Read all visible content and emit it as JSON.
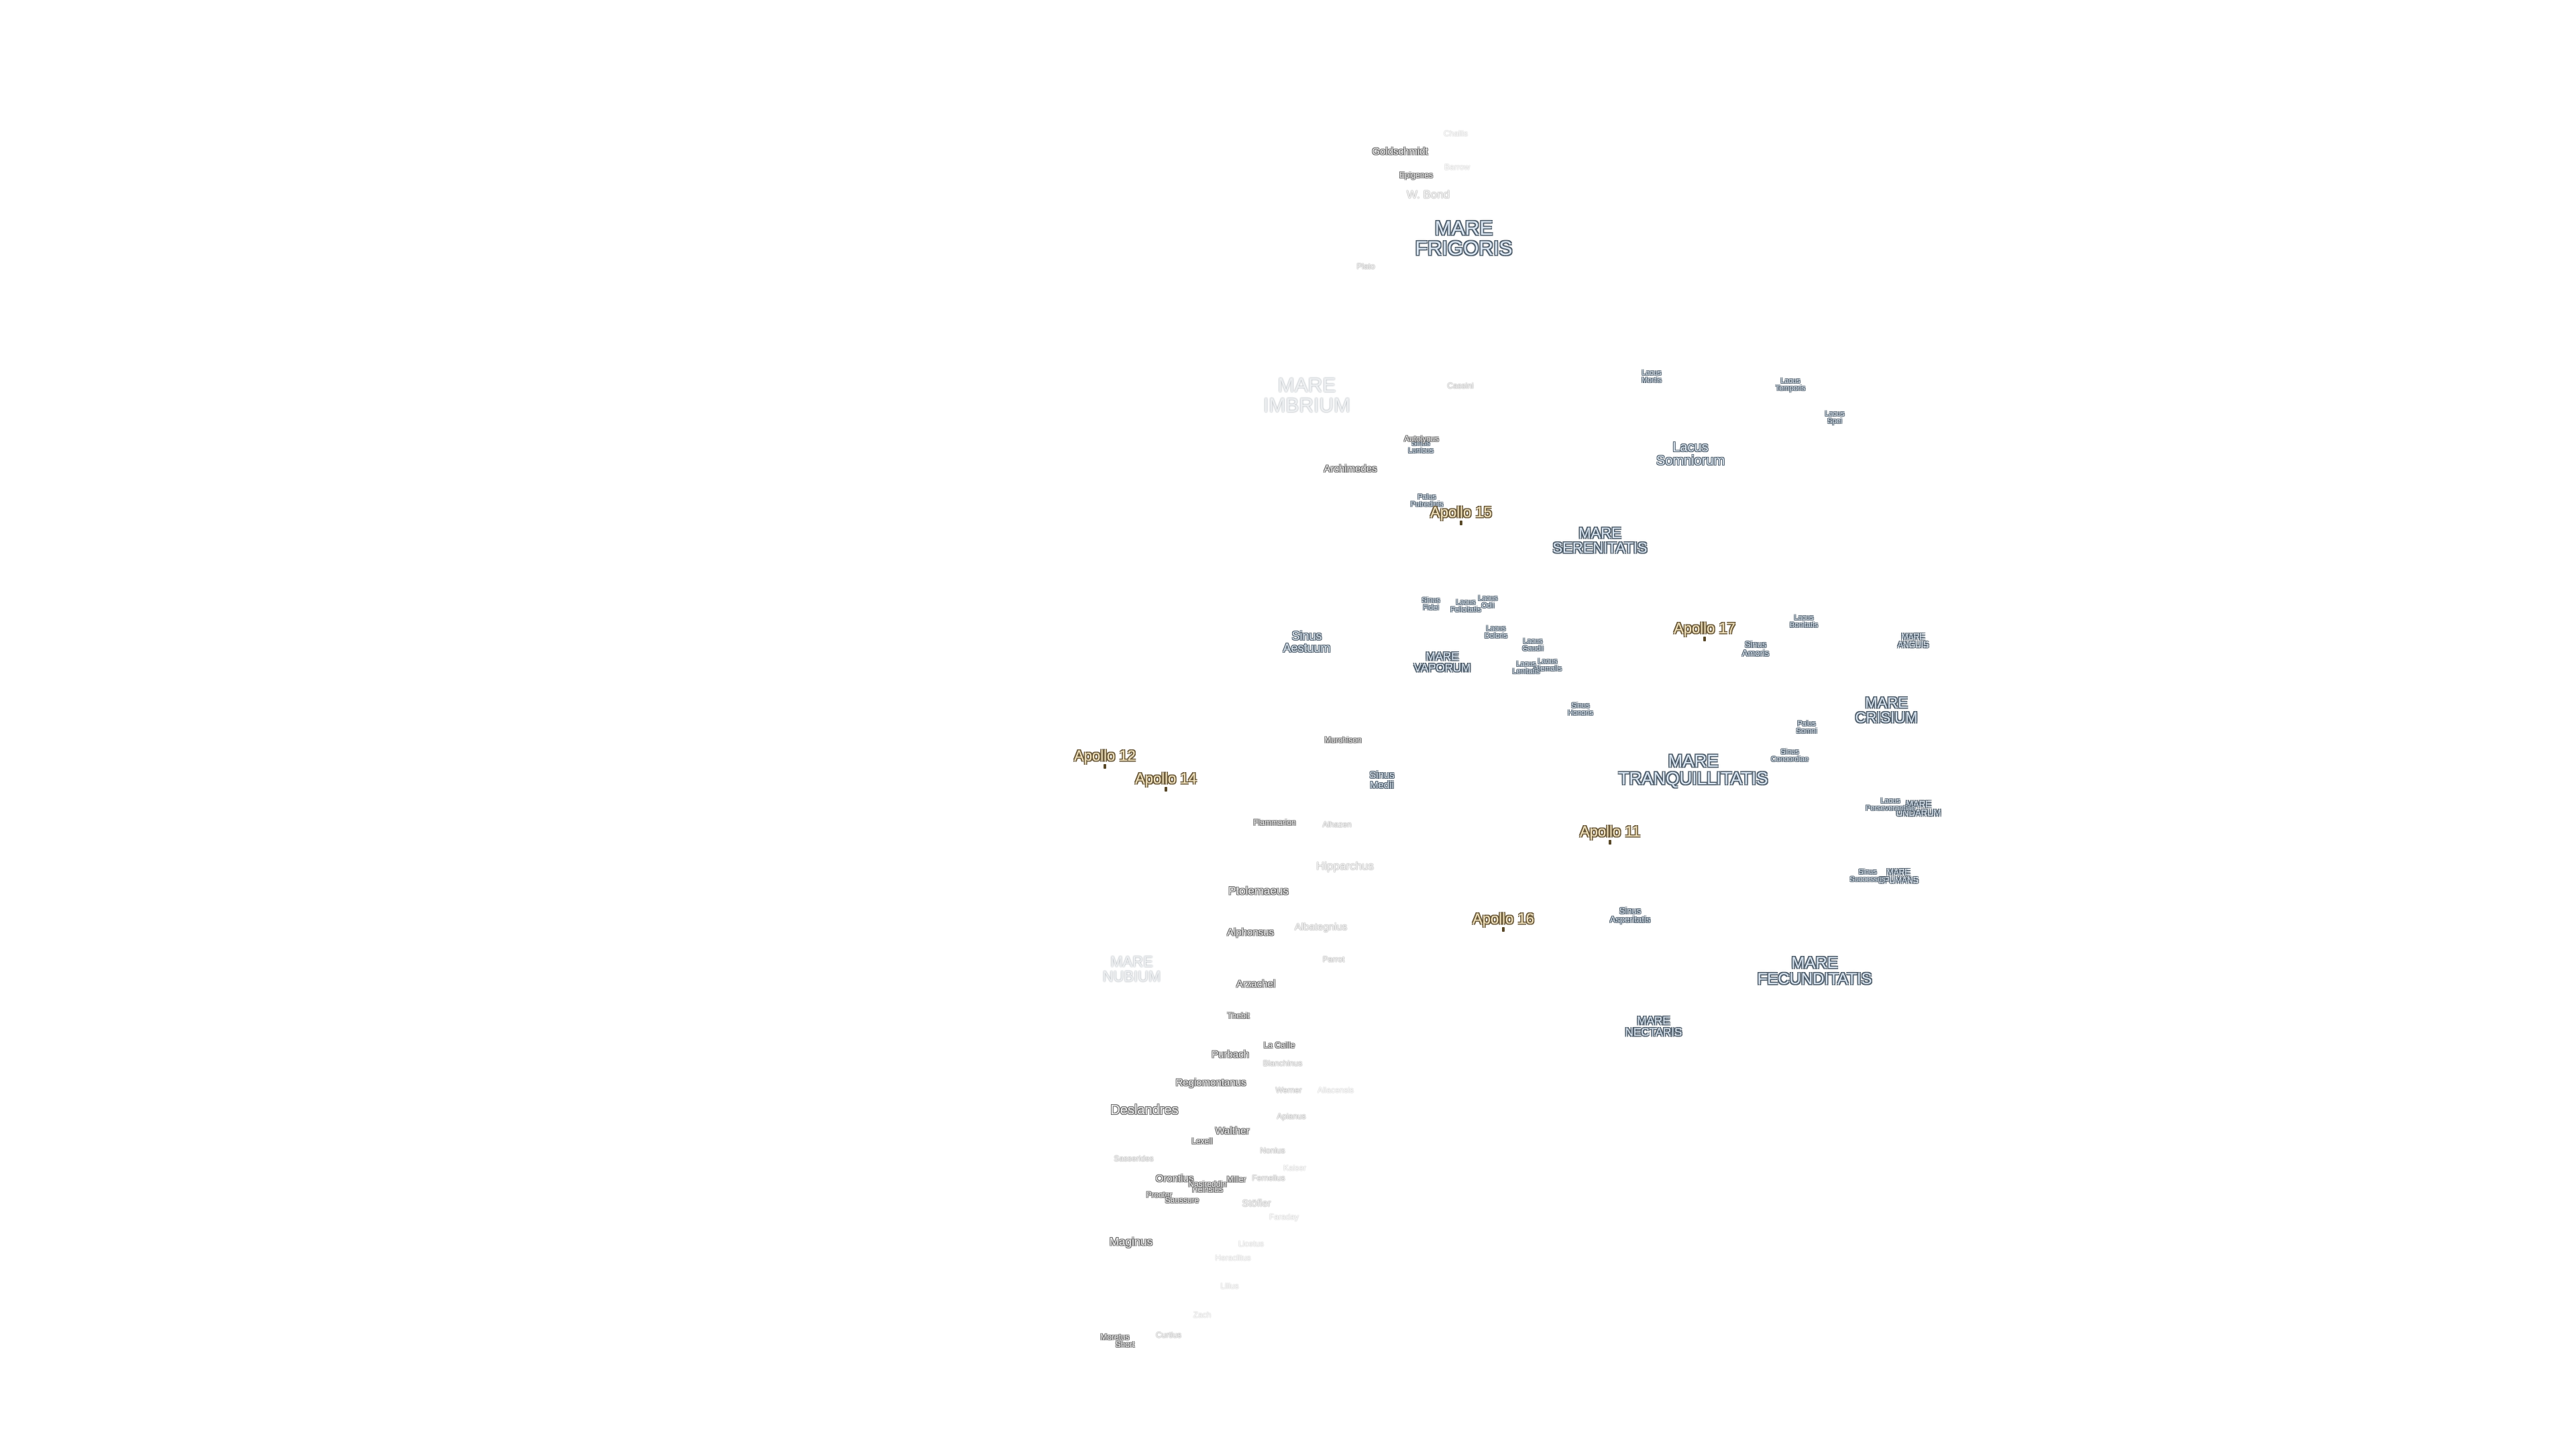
{
  "maria": [
    {
      "id": "mare-frigoris",
      "line1": "MARE",
      "line2": "FRIGORIS",
      "size": "lg"
    },
    {
      "id": "mare-imbrium",
      "line1": "MARE",
      "line2": "IMBRIUM",
      "size": "lg-faint"
    },
    {
      "id": "mare-serenitatis",
      "line1": "MARE",
      "line2": "SERENITATIS",
      "size": "md"
    },
    {
      "id": "mare-tranquillitatis",
      "line1": "MARE",
      "line2": "TRANQUILLITATIS",
      "size": "lg"
    },
    {
      "id": "mare-crisium",
      "line1": "MARE",
      "line2": "CRISIUM",
      "size": "md"
    },
    {
      "id": "mare-fecunditatis",
      "line1": "MARE",
      "line2": "FECUNDITATIS",
      "size": "md"
    },
    {
      "id": "mare-nectaris",
      "line1": "MARE",
      "line2": "NECTARIS",
      "size": "sm"
    },
    {
      "id": "mare-vaporum",
      "line1": "MARE",
      "line2": "VAPORUM",
      "size": "sm"
    },
    {
      "id": "mare-nubium",
      "line1": "MARE",
      "line2": "NUBIUM",
      "size": "md-faint"
    },
    {
      "id": "mare-anguis",
      "line1": "MARE",
      "line2": "ANGUIS",
      "size": "xs"
    },
    {
      "id": "mare-undarum",
      "line1": "MARE",
      "line2": "UNDARUM",
      "size": "xs"
    },
    {
      "id": "mare-spumans",
      "line1": "MARE",
      "line2": "SPUMANS",
      "size": "xs"
    }
  ],
  "lakes": [
    {
      "id": "lacus-somniorum",
      "line1": "Lacus",
      "line2": "Somniorum",
      "size": "md"
    },
    {
      "id": "lacus-mortis",
      "line1": "Lacus",
      "line2": "Mortis",
      "size": "xs"
    },
    {
      "id": "lacus-temporis",
      "line1": "Lacus",
      "line2": "Temporis",
      "size": "xs"
    },
    {
      "id": "lacus-spei",
      "line1": "Lacus",
      "line2": "Spei",
      "size": "xs"
    },
    {
      "id": "lacus-bonitatis",
      "line1": "Lacus",
      "line2": "Bonitatis",
      "size": "xs"
    },
    {
      "id": "sinus-amoris",
      "line1": "Sinus",
      "line2": "Amoris",
      "size": "xs"
    },
    {
      "id": "palus-somni",
      "line1": "Palus",
      "line2": "Somni",
      "size": "xs"
    },
    {
      "id": "sinus-concordiae",
      "line1": "Sinus",
      "line2": "Concordiae",
      "size": "xs"
    },
    {
      "id": "sinus-aestuum",
      "line1": "Sinus",
      "line2": "Aestuum",
      "size": "md"
    },
    {
      "id": "sinus-medii",
      "line1": "Sinus",
      "line2": "Medii",
      "size": "sm"
    },
    {
      "id": "palus-putredinis",
      "line1": "Palus",
      "line2": "Putredinis",
      "size": "xs"
    },
    {
      "id": "sinus-lunicus",
      "line1": "Sinus",
      "line2": "Lunicus",
      "size": "xs"
    },
    {
      "id": "sinus-fidei",
      "line1": "Sinus",
      "line2": "Fidei",
      "size": "xs"
    },
    {
      "id": "lacus-felicitatis",
      "line1": "Lacus",
      "line2": "Felicitatis",
      "size": "xs"
    },
    {
      "id": "lacus-odii",
      "line1": "Lacus",
      "line2": "Odii",
      "size": "xs"
    },
    {
      "id": "lacus-doloris",
      "line1": "Lacus",
      "line2": "Doloris",
      "size": "xs"
    },
    {
      "id": "lacus-gaudii",
      "line1": "Lacus",
      "line2": "Gaudii",
      "size": "xs"
    },
    {
      "id": "lacus-hiemalis",
      "line1": "Lacus",
      "line2": "Hiemalis",
      "size": "xs"
    },
    {
      "id": "lacus-lenitatis",
      "line1": "Lacus",
      "line2": "Lenitatis",
      "size": "xs"
    },
    {
      "id": "sinus-honoris",
      "line1": "Sinus",
      "line2": "Honoris",
      "size": "xs"
    },
    {
      "id": "lacus-perseverantiae",
      "line1": "Lacus",
      "line2": "Perseverantiae",
      "size": "xs"
    },
    {
      "id": "sinus-asperitatis",
      "line1": "Sinus",
      "line2": "Asperitatis",
      "size": "sm"
    },
    {
      "id": "sinus-successus",
      "line1": "Sinus",
      "line2": "Successus",
      "size": "xs"
    }
  ],
  "craters": [
    {
      "id": "goldschmidt",
      "text": "Goldschmidt",
      "size": "sm"
    },
    {
      "id": "epigenes",
      "text": "Epigenes",
      "size": "xs"
    },
    {
      "id": "w-bond",
      "text": "W. Bond",
      "size": "md-dim"
    },
    {
      "id": "plato",
      "text": "Plato",
      "size": "xs-dim"
    },
    {
      "id": "barrow",
      "text": "Barrow",
      "size": "xs-faint"
    },
    {
      "id": "challis",
      "text": "Challis",
      "size": "xs-faint"
    },
    {
      "id": "cassini",
      "text": "Cassini",
      "size": "xs-dim"
    },
    {
      "id": "archimedes",
      "text": "Archimedes",
      "size": "sm"
    },
    {
      "id": "autolycus",
      "text": "Autolycus",
      "size": "xs"
    },
    {
      "id": "murchison",
      "text": "Murchison",
      "size": "xs"
    },
    {
      "id": "flammarion",
      "text": "Flammarion",
      "size": "xs"
    },
    {
      "id": "albategnius-small",
      "text": "Alhazen",
      "size": "xs-dim"
    },
    {
      "id": "hipparchus",
      "text": "Hipparchus",
      "size": "md-dim"
    },
    {
      "id": "ptolemaeus",
      "text": "Ptolemaeus",
      "size": "md"
    },
    {
      "id": "albategnius",
      "text": "Albategnius",
      "size": "sm-dim"
    },
    {
      "id": "alphonsus",
      "text": "Alphonsus",
      "size": "sm"
    },
    {
      "id": "parrot",
      "text": "Parrot",
      "size": "xs-dim"
    },
    {
      "id": "arzachel",
      "text": "Arzachel",
      "size": "sm"
    },
    {
      "id": "thebit",
      "text": "Thebit",
      "size": "xs"
    },
    {
      "id": "la-caille",
      "text": "La Caille",
      "size": "xs"
    },
    {
      "id": "purbach",
      "text": "Purbach",
      "size": "sm"
    },
    {
      "id": "blanchinus",
      "text": "Blanchinus",
      "size": "xs-dim"
    },
    {
      "id": "regiomontanus",
      "text": "Regiomontanus",
      "size": "sm"
    },
    {
      "id": "werner",
      "text": "Werner",
      "size": "xs-dim"
    },
    {
      "id": "aliacensis",
      "text": "Aliacensis",
      "size": "xs-faint"
    },
    {
      "id": "deslandres",
      "text": "Deslandres",
      "size": "lg"
    },
    {
      "id": "walther",
      "text": "Walther",
      "size": "sm"
    },
    {
      "id": "lexell",
      "text": "Lexell",
      "size": "xs"
    },
    {
      "id": "apianus",
      "text": "Apianus",
      "size": "xs-dim"
    },
    {
      "id": "nonius",
      "text": "Nonius",
      "size": "xs-dim"
    },
    {
      "id": "sasserides",
      "text": "Sasserides",
      "size": "xs-dim"
    },
    {
      "id": "kaiser",
      "text": "Kaiser",
      "size": "xs-faint"
    },
    {
      "id": "orontius",
      "text": "Orontius",
      "size": "sm"
    },
    {
      "id": "miller",
      "text": "Miller",
      "size": "xs"
    },
    {
      "id": "fernelius",
      "text": "Fernelius",
      "size": "xs-dim"
    },
    {
      "id": "proctor",
      "text": "Proctor",
      "size": "xs"
    },
    {
      "id": "heinsius",
      "text": "Heinsius",
      "size": "xs"
    },
    {
      "id": "saussure",
      "text": "Saussure",
      "size": "xs"
    },
    {
      "id": "stofler",
      "text": "Stöfler",
      "size": "md-faint"
    },
    {
      "id": "faraday",
      "text": "Faraday",
      "size": "xs-faint"
    },
    {
      "id": "maginus",
      "text": "Maginus",
      "size": "md"
    },
    {
      "id": "licetus",
      "text": "Licetus",
      "size": "xs-faint"
    },
    {
      "id": "heraclitus",
      "text": "Heraclitus",
      "size": "xs-faint"
    },
    {
      "id": "lilius",
      "text": "Lilius",
      "size": "xs-faint"
    },
    {
      "id": "zach",
      "text": "Zach",
      "size": "xs-faint"
    },
    {
      "id": "curtius",
      "text": "Curtius",
      "size": "xs-dim"
    },
    {
      "id": "moretus",
      "text": "Moretus",
      "size": "xs"
    },
    {
      "id": "short",
      "text": "Short",
      "size": "xs"
    },
    {
      "id": "nasireddin",
      "text": "Nasireddin",
      "size": "xs"
    }
  ],
  "apollo": [
    {
      "id": "apollo-15",
      "text": "Apollo 15"
    },
    {
      "id": "apollo-17",
      "text": "Apollo 17"
    },
    {
      "id": "apollo-12",
      "text": "Apollo 12"
    },
    {
      "id": "apollo-14",
      "text": "Apollo 14"
    },
    {
      "id": "apollo-11",
      "text": "Apollo 11"
    },
    {
      "id": "apollo-16",
      "text": "Apollo 16"
    }
  ]
}
